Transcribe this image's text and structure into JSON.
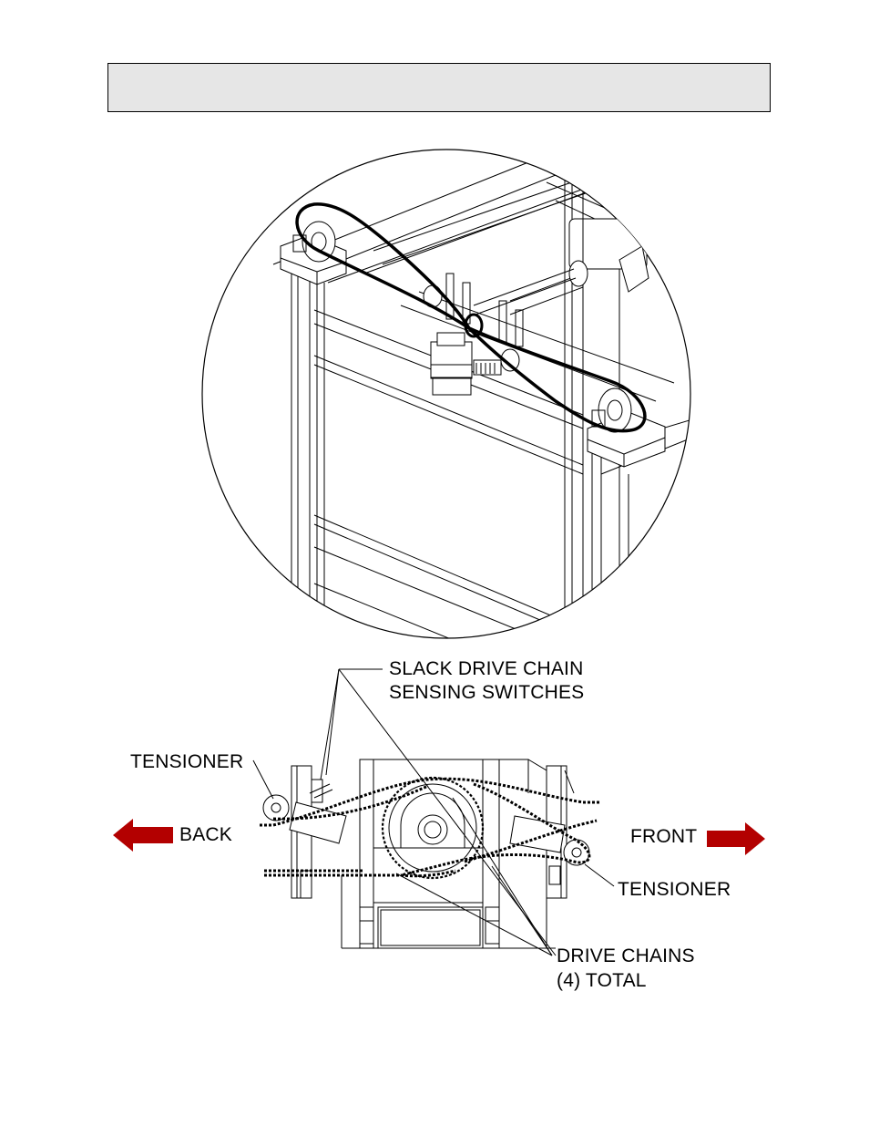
{
  "header": {
    "fill_color": "#e6e6e6",
    "text": ""
  },
  "labels": {
    "slack_switch_line1": "SLACK DRIVE CHAIN",
    "slack_switch_line2": "SENSING SWITCHES",
    "tensioner_left": "TENSIONER",
    "tensioner_right": "TENSIONER",
    "back": "BACK",
    "front": "FRONT",
    "drive_chains_line1": "DRIVE CHAINS",
    "drive_chains_line2": "(4) TOTAL"
  },
  "colors": {
    "arrow": "#b30000",
    "line": "#000000",
    "paper": "#ffffff"
  },
  "icons": {
    "back_arrow": "arrow-left-icon",
    "front_arrow": "arrow-right-icon"
  }
}
